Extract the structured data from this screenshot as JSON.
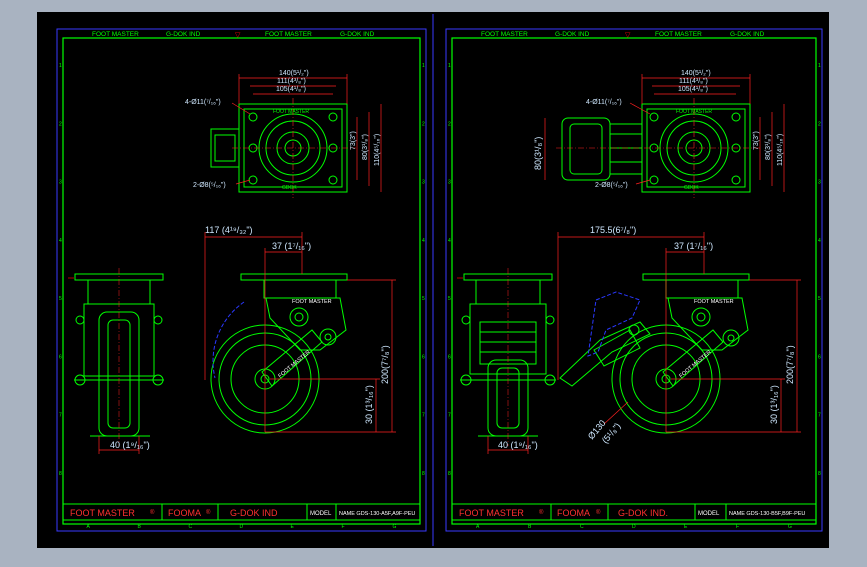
{
  "colors": {
    "frame_bg": "#a9b3c1",
    "paper": "#000000",
    "border": "#00ff00",
    "sheet_frame": "#3a3aff",
    "part": "#00ff00",
    "dim": "#ff2020",
    "dim_text": "#cfe8ff",
    "title_text": "#ff3030",
    "model_text": "#ffffff",
    "hidden": "#2a38ff",
    "marker": "#ff0000"
  },
  "left_sheet": {
    "header": {
      "c1": "FOOT MASTER",
      "c2": "G-DOK IND",
      "c3": "FOOT MASTER",
      "c4": "G-DOK IND"
    },
    "top_view": {
      "d1": "140(5¹/₂\")",
      "d2": "111(4³/₈\")",
      "d3": "105(4¹/₈\")",
      "hole": "4-Ø11(⁷/₁₆\")",
      "brand": "FOOT MASTER",
      "v1": "73(3\")",
      "v2": "80(3¹/₈\")",
      "v3": "110(4⁵/₁₆\")",
      "shaft": "2-Ø8(⁵/₁₆\")",
      "stamp": "GDOK"
    },
    "side_view": {
      "d_offset": "117 (4¹⁹/₃₂\")",
      "d_swivel": "37 (1⁷/₁₆\")",
      "d_height": "200(7⁷/₈\")",
      "d_hub": "30 (1³/₁₆\")",
      "d_width": "40 (1⁹/₁₆\")",
      "brand_arm": "FOOT MASTER",
      "brand_wheel": "FOOT MASTER"
    },
    "title_block": {
      "brand": "FOOT MASTER",
      "brand2": "FOOMA",
      "company": "G-DOK IND",
      "model_label": "MODEL",
      "model_value": "NAME GDS-130-A5F,A9F-PEU"
    },
    "zones": [
      "A",
      "B",
      "C",
      "D",
      "E",
      "F",
      "G"
    ],
    "rows": [
      "1",
      "2",
      "3",
      "4",
      "5",
      "6",
      "7",
      "8"
    ]
  },
  "right_sheet": {
    "header": {
      "c1": "FOOT MASTER",
      "c2": "G-DOK IND",
      "c3": "FOOT MASTER",
      "c4": "G-DOK IND"
    },
    "top_view": {
      "d1": "140(5¹/₂\")",
      "d2": "111(4³/₈\")",
      "d3": "105(4¹/₈\")",
      "hole": "4-Ø11(⁷/₁₆\")",
      "brand": "FOOT MASTER",
      "v1": "73(3\")",
      "v2": "80(3¹/₈\")",
      "v3": "110(4⁵/₁₆\")",
      "v_left": "80(3¹/₈\")",
      "shaft": "2-Ø8(⁵/₁₆\")",
      "stamp": "GDOK"
    },
    "side_view": {
      "d_offset": "175.5(6⁷/₈\")",
      "d_swivel": "37 (1⁷/₁₆\")",
      "d_height": "200(7⁷/₈\")",
      "d_hub": "30 (1³/₁₆\")",
      "d_width": "40 (1⁹/₁₆\")",
      "d_dia": "Ø130",
      "d_dia2": "(5¹/₈\")",
      "brand_arm": "FOOT MASTER",
      "brand_wheel": "FOOT MASTER"
    },
    "title_block": {
      "brand": "FOOT MASTER",
      "brand2": "FOOMA",
      "company": "G-DOK IND.",
      "model_label": "MODEL",
      "model_value": "NAME GDS-130-B5F,B9F-PEU"
    },
    "zones": [
      "A",
      "B",
      "C",
      "D",
      "E",
      "F",
      "G"
    ],
    "rows": [
      "1",
      "2",
      "3",
      "4",
      "5",
      "6",
      "7",
      "8"
    ]
  }
}
